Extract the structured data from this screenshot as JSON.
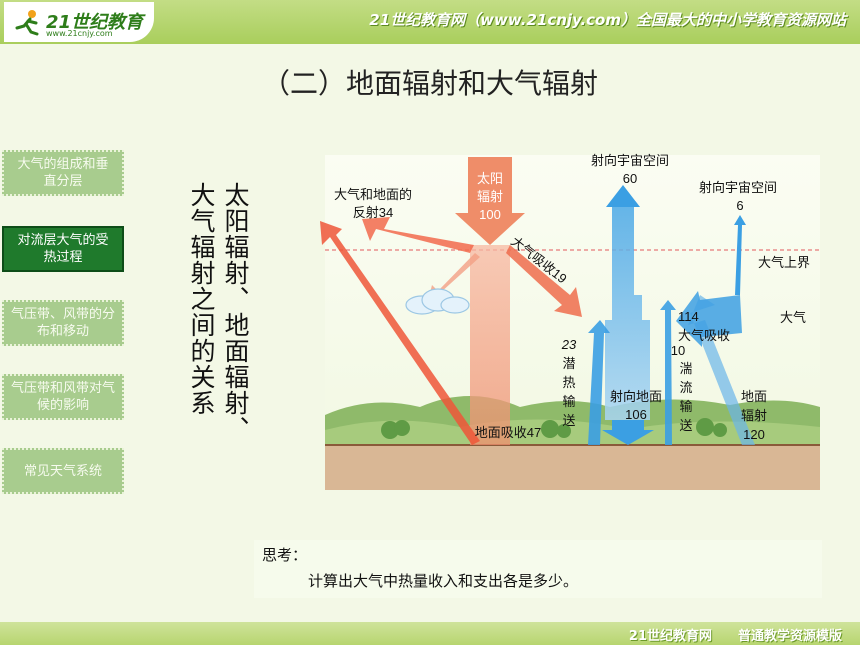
{
  "header": {
    "logo_text": "21世纪教育",
    "logo_url": "www.21cnjy.com",
    "slogan": "21世纪教育网（www.21cnjy.com）全国最大的中小学教育资源网站"
  },
  "title": "（二）地面辐射和大气辐射",
  "sidebar": {
    "items": [
      {
        "label": "大气的组成和垂直分层",
        "active": false
      },
      {
        "label": "对流层大气的受热过程",
        "active": true
      },
      {
        "label": "气压带、风带的分布和移动",
        "active": false
      },
      {
        "label": "气压带和风带对气候的影响",
        "active": false
      },
      {
        "label": "常见天气系统",
        "active": false
      }
    ]
  },
  "vertical_heading": "太阳辐射、地面辐射、大气辐射之间的关系",
  "diagram": {
    "labels": {
      "space_60_title": "射向宇宙空间",
      "space_60_value": "60",
      "space_6_title": "射向宇宙空间",
      "space_6_value": "6",
      "reflect_title": "大气和地面的",
      "reflect_value": "反射34",
      "solar_line1": "太阳",
      "solar_line2": "辐射",
      "solar_value": "100",
      "atm_absorb_19": "大气吸收19",
      "atm_top": "大气上界",
      "atmosphere": "大气",
      "absorb_114_value": "114",
      "absorb_114_title": "大气吸收",
      "latent_value": "23",
      "latent_chars": [
        "潜",
        "热",
        "输",
        "送"
      ],
      "turb_value": "10",
      "turb_chars": [
        "湍",
        "流",
        "输",
        "送"
      ],
      "back_title": "射向地面",
      "back_value": "106",
      "ground_rad_line1": "地面",
      "ground_rad_line2": "辐射",
      "ground_rad_value": "120",
      "ground_absorb": "地面吸收47"
    }
  },
  "think": {
    "label": "思考：",
    "question": "计算出大气中热量收入和支出各是多少。"
  },
  "footer": {
    "text": "21世纪教育网　　普通教学资源模版"
  }
}
